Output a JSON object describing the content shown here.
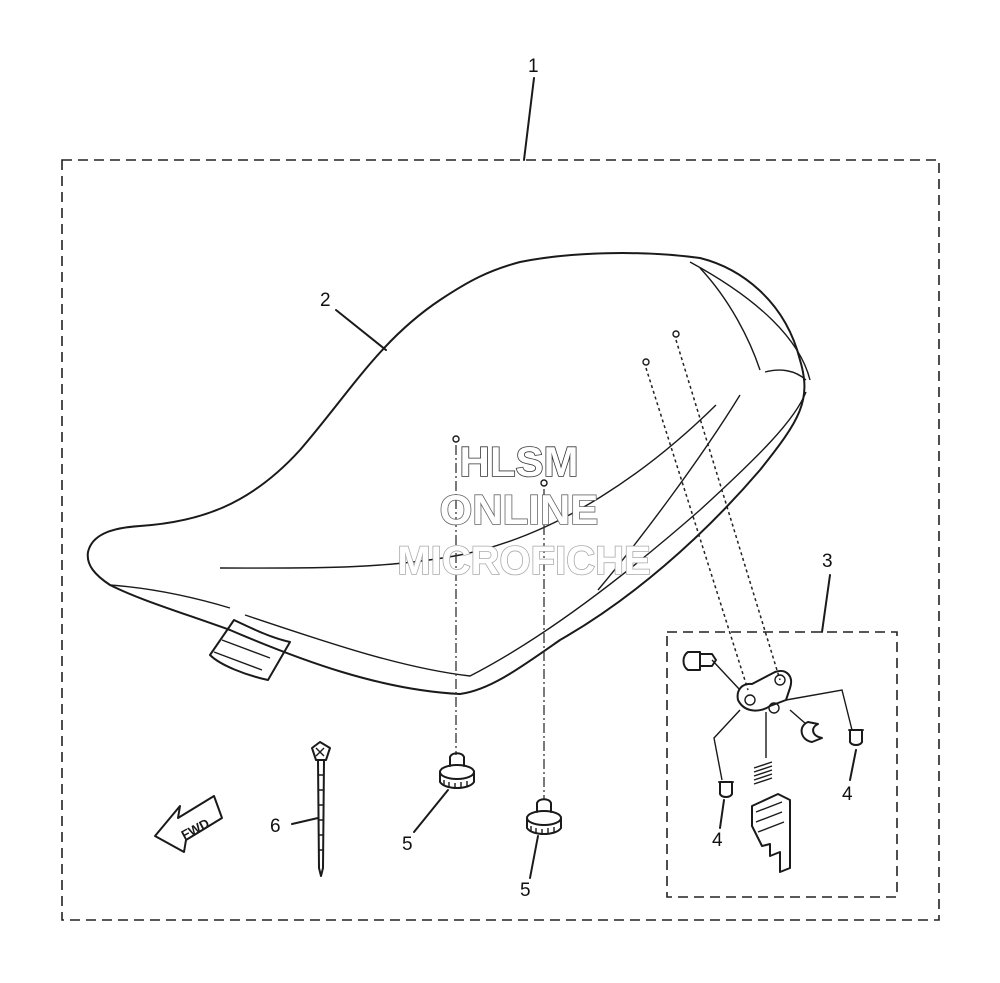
{
  "callouts": {
    "c1": "1",
    "c2": "2",
    "c3": "3",
    "c4a": "4",
    "c4b": "4",
    "c5a": "5",
    "c5b": "5",
    "c6": "6"
  },
  "fwd_arrow_label": "FWD",
  "watermark": {
    "line1": "HLSM",
    "line2": "ONLINE",
    "line3": "MICROFICHE",
    "colors": {
      "line1": "#333333",
      "line2": "#666666",
      "line3": "#aaaaaa"
    }
  },
  "colors": {
    "line": "#1a1a1a",
    "background": "#ffffff"
  }
}
